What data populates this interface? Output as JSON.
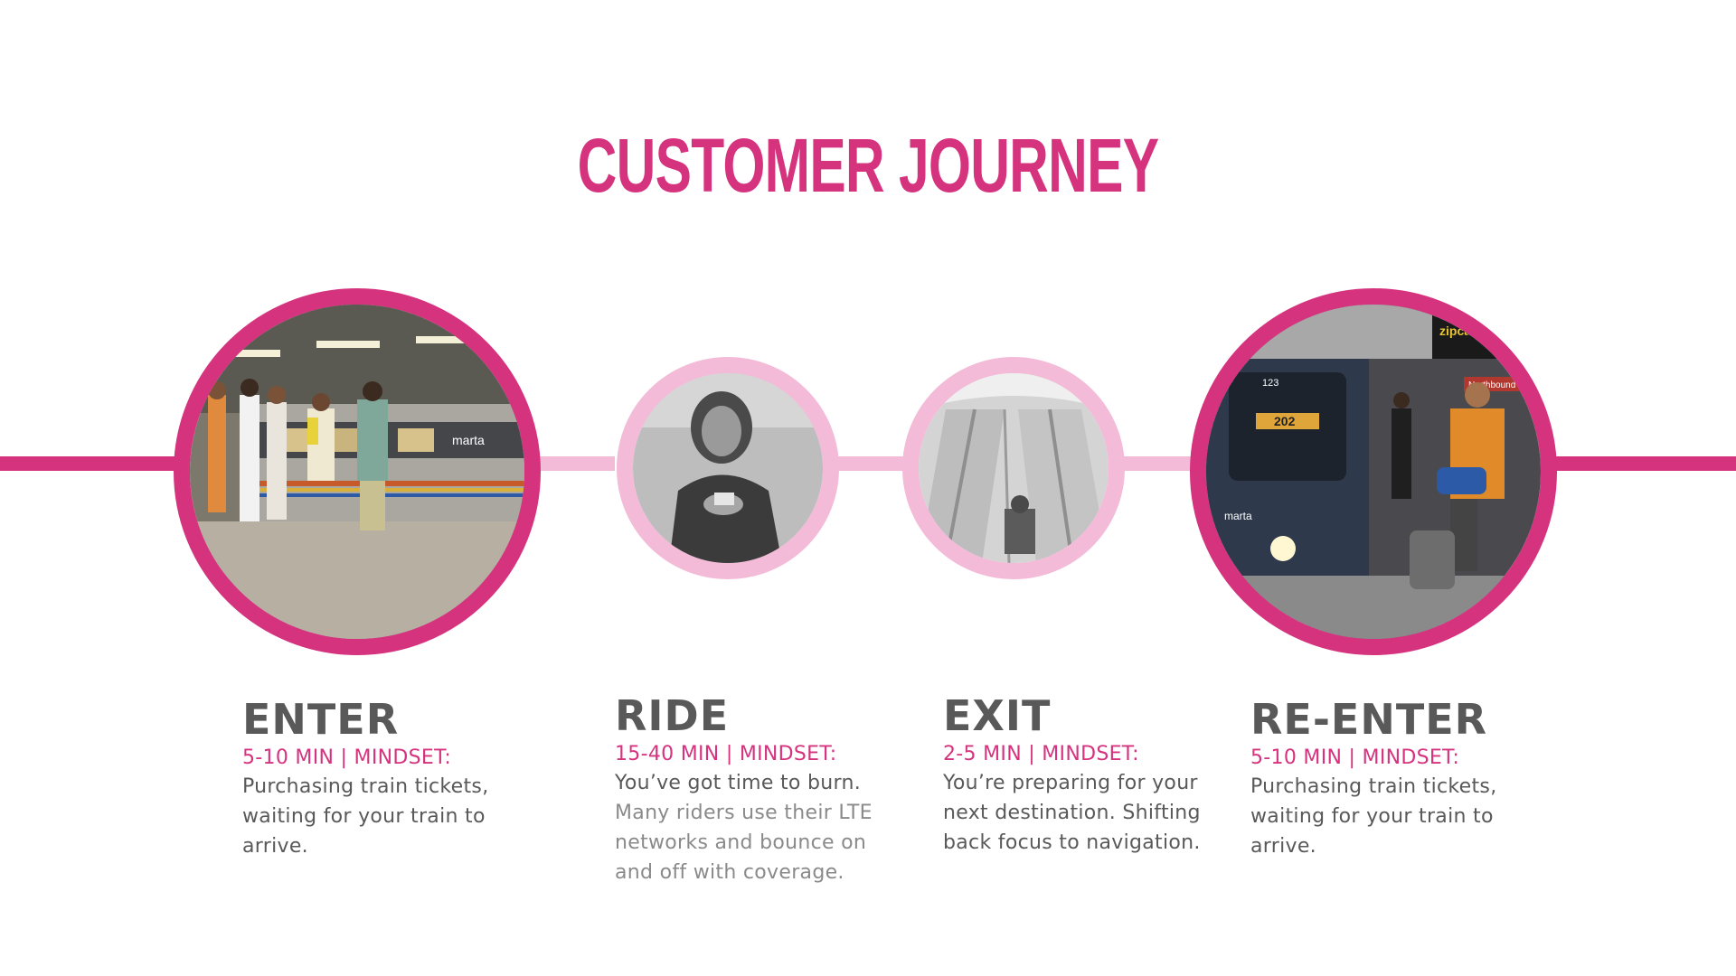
{
  "title": "CUSTOMER JOURNEY",
  "colors": {
    "accent": "#d6337f",
    "accent_light": "#f4bbd8",
    "text": "#595959",
    "text_muted": "#8a8a8a"
  },
  "stages": [
    {
      "name": "ENTER",
      "meta": "5-10 MIN | MINDSET:",
      "desc": "Purchasing train tickets, waiting for your train to arrive.",
      "desc_muted": "",
      "emphasis": "primary"
    },
    {
      "name": "RIDE",
      "meta": "15-40 MIN | MINDSET:",
      "desc": "You’ve got time to burn.",
      "desc_muted": "Many riders use their LTE networks and bounce on and off with coverage.",
      "emphasis": "secondary"
    },
    {
      "name": "EXIT",
      "meta": "2-5 MIN | MINDSET:",
      "desc": "You’re preparing for your next destination. Shifting back focus to navigation.",
      "desc_muted": "",
      "emphasis": "secondary"
    },
    {
      "name": "RE-ENTER",
      "meta": "5-10 MIN | MINDSET:",
      "desc": "Purchasing train tickets, waiting for your train to arrive.",
      "desc_muted": "",
      "emphasis": "primary"
    }
  ],
  "photo_signs": {
    "enter_train_logo": "marta",
    "reenter_sign": "zipcar",
    "reenter_train_number": "202",
    "reenter_train_id": "123",
    "reenter_train_logo": "marta",
    "reenter_direction": "Northbound"
  }
}
